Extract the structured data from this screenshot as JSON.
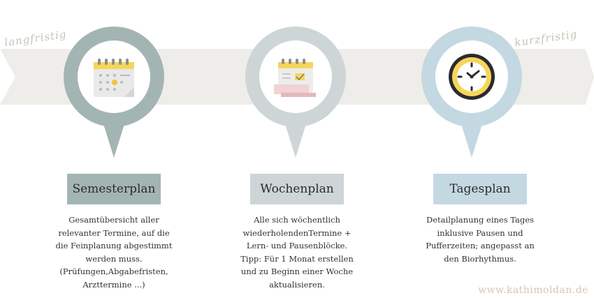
{
  "band": {
    "left_label": "langfristig",
    "right_label": "kurzfristig",
    "color": "#efede9"
  },
  "columns": [
    {
      "title": "Semesterplan",
      "pin_color": "#a3b5b3",
      "label_bg": "#a3b5b3",
      "icon": "calendar-icon",
      "description_lines": [
        "Gesamtübersicht aller",
        "relevanter Termine, auf die",
        "die Feinplanung abgestimmt",
        "werden muss.",
        "(Prüfungen,Abgabefristen,",
        "Arzttermine ...)"
      ]
    },
    {
      "title": "Wochenplan",
      "pin_color": "#cdd5d7",
      "label_bg": "#cdd5d7",
      "icon": "weekly-planner-icon",
      "description_lines": [
        "Alle sich wöchentlich",
        "wiederholendenTermine +",
        "Lern- und Pausenblöcke.",
        "Tipp: Für 1 Monat erstellen",
        "und zu Beginn einer Woche",
        "aktualisieren."
      ]
    },
    {
      "title": "Tagesplan",
      "pin_color": "#c4d8e2",
      "label_bg": "#c4d8e2",
      "icon": "clock-icon",
      "description_lines": [
        "Detailplanung eines Tages",
        "inklusive Pausen und",
        "Pufferzeiten; angepasst an",
        "den Biorhythmus."
      ]
    }
  ],
  "footer": "www.kathimoldan.de"
}
